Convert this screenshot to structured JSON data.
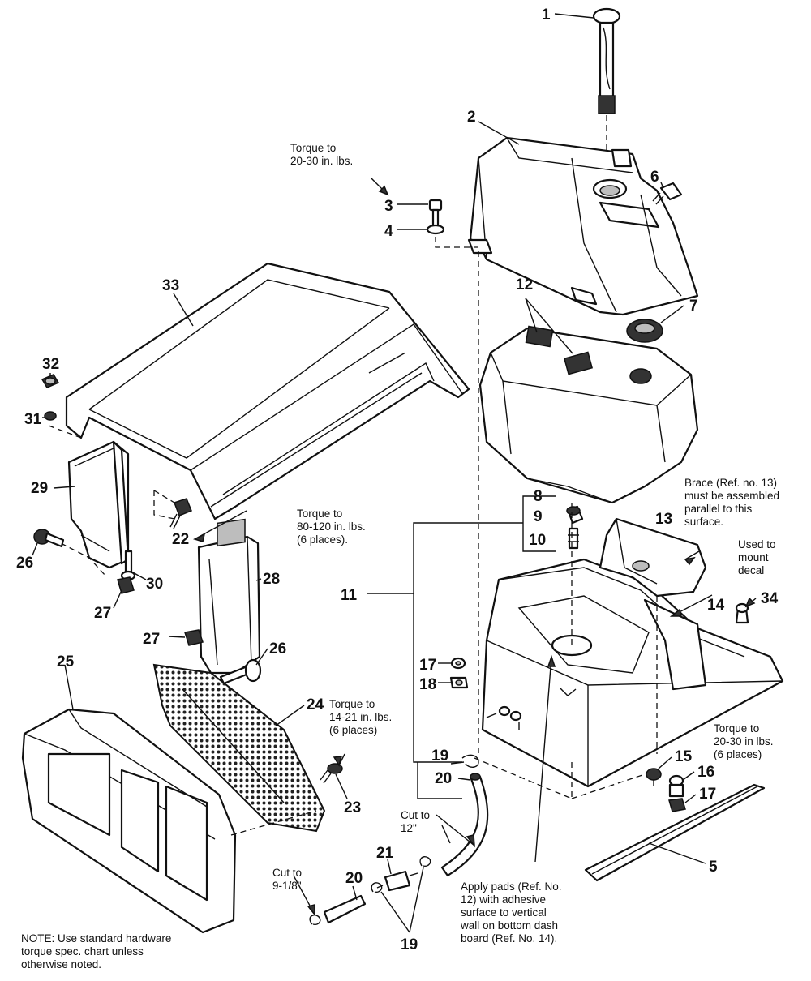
{
  "parts": [
    {
      "id": "1",
      "label": "1"
    },
    {
      "id": "2",
      "label": "2"
    },
    {
      "id": "3",
      "label": "3"
    },
    {
      "id": "4",
      "label": "4"
    },
    {
      "id": "5",
      "label": "5"
    },
    {
      "id": "6",
      "label": "6"
    },
    {
      "id": "7",
      "label": "7"
    },
    {
      "id": "8",
      "label": "8"
    },
    {
      "id": "9",
      "label": "9"
    },
    {
      "id": "10",
      "label": "10"
    },
    {
      "id": "11",
      "label": "11"
    },
    {
      "id": "12",
      "label": "12"
    },
    {
      "id": "13",
      "label": "13"
    },
    {
      "id": "14",
      "label": "14"
    },
    {
      "id": "15",
      "label": "15"
    },
    {
      "id": "16",
      "label": "16"
    },
    {
      "id": "17a",
      "label": "17"
    },
    {
      "id": "17b",
      "label": "17"
    },
    {
      "id": "18",
      "label": "18"
    },
    {
      "id": "19a",
      "label": "19"
    },
    {
      "id": "19b",
      "label": "19"
    },
    {
      "id": "20a",
      "label": "20"
    },
    {
      "id": "20b",
      "label": "20"
    },
    {
      "id": "21",
      "label": "21"
    },
    {
      "id": "22",
      "label": "22"
    },
    {
      "id": "23",
      "label": "23"
    },
    {
      "id": "24",
      "label": "24"
    },
    {
      "id": "25",
      "label": "25"
    },
    {
      "id": "26a",
      "label": "26"
    },
    {
      "id": "26b",
      "label": "26"
    },
    {
      "id": "27a",
      "label": "27"
    },
    {
      "id": "27b",
      "label": "27"
    },
    {
      "id": "28",
      "label": "28"
    },
    {
      "id": "29",
      "label": "29"
    },
    {
      "id": "30",
      "label": "30"
    },
    {
      "id": "31",
      "label": "31"
    },
    {
      "id": "32",
      "label": "32"
    },
    {
      "id": "33",
      "label": "33"
    },
    {
      "id": "34",
      "label": "34"
    }
  ],
  "notes": [
    {
      "id": "torque-3",
      "lines": [
        "Torque to",
        "20-30 in. lbs."
      ]
    },
    {
      "id": "torque-22",
      "lines": [
        "Torque to",
        "80-120 in. lbs.",
        "(6 places)."
      ]
    },
    {
      "id": "brace",
      "lines": [
        "Brace (Ref. no. 13)",
        "must be assembled",
        "parallel to this",
        "surface."
      ]
    },
    {
      "id": "decal",
      "lines": [
        "Used to",
        "mount",
        "decal"
      ]
    },
    {
      "id": "torque-24",
      "lines": [
        "Torque to",
        "14-21 in. lbs.",
        "(6 places)"
      ]
    },
    {
      "id": "torque-16",
      "lines": [
        "Torque to",
        "20-30 in lbs.",
        "(6 places)"
      ]
    },
    {
      "id": "cut-12",
      "lines": [
        "Cut to",
        "12\""
      ]
    },
    {
      "id": "cut-9",
      "lines": [
        "Cut to",
        "9-1/8\""
      ]
    },
    {
      "id": "pads",
      "lines": [
        "Apply pads (Ref. No.",
        "12) with adhesive",
        "surface to vertical",
        "wall on bottom dash",
        "board (Ref. No. 14)."
      ]
    },
    {
      "id": "hardware",
      "lines": [
        "NOTE: Use standard hardware",
        "torque spec. chart unless",
        "otherwise noted."
      ]
    }
  ]
}
